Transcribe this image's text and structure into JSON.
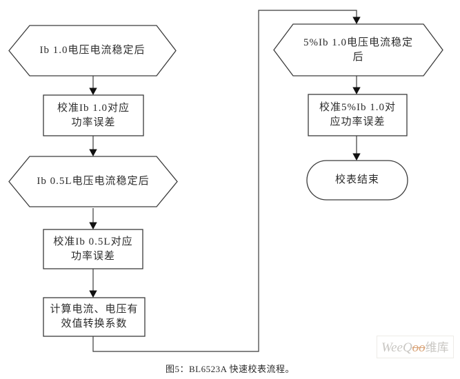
{
  "flowchart": {
    "nodes": {
      "hex_ib10": {
        "text": "Ib 1.0电压电流稳定后"
      },
      "rect_cal_ib10": {
        "line1": "校准Ib 1.0对应",
        "line2": "功率误差"
      },
      "hex_ib05l": {
        "text": "Ib 0.5L电压电流稳定后"
      },
      "rect_cal_ib05l": {
        "line1": "校准Ib 0.5L对应",
        "line2": "功率误差"
      },
      "rect_compute": {
        "line1": "计算电流、电压有",
        "line2": "效值转换系数"
      },
      "hex_5ib10": {
        "line1": "5%Ib 1.0电压电流稳定",
        "line2": "后"
      },
      "rect_cal_5ib10": {
        "line1": "校准5%Ib 1.0对",
        "line2": "应功率误差"
      },
      "terminator": {
        "text": "校表结束"
      }
    },
    "caption": "图5：BL6523A 快速校表流程。",
    "watermark": {
      "part1": "WeeQ",
      "part2": "oo",
      "part3": "维库"
    },
    "colors": {
      "stroke": "#3a3a3a",
      "arrow": "#111111",
      "text": "#2b2b2b",
      "watermark_gray": "#c8c6c2",
      "watermark_orange": "#d9a377"
    }
  }
}
